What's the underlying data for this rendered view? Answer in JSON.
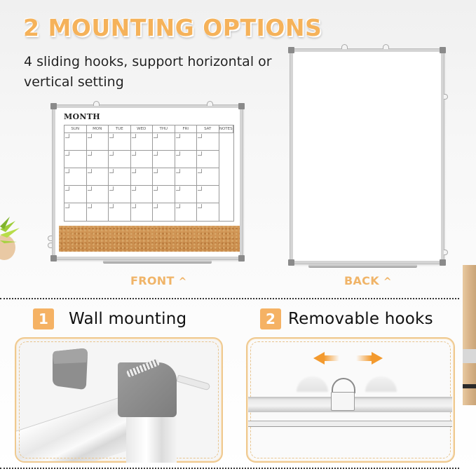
{
  "header": {
    "title": "2 MOUNTING OPTIONS",
    "subtitle": "4 sliding hooks, support horizontal or vertical setting"
  },
  "front_board": {
    "caption": "FRONT",
    "caption_icon": "chevron-up-icon",
    "month_label": "MONTH",
    "columns": [
      "SUN",
      "MON",
      "TUE",
      "WED",
      "THU",
      "FRI",
      "SAT",
      "NOTES"
    ],
    "week_rows": 5,
    "cork_strip": true
  },
  "back_board": {
    "caption": "BACK",
    "caption_icon": "chevron-up-icon"
  },
  "sections": [
    {
      "number": "1",
      "title": "Wall mounting",
      "illustration": "corner-screw-mounting"
    },
    {
      "number": "2",
      "title": "Removable hooks",
      "illustration": "sliding-hook-arrows"
    }
  ],
  "colors": {
    "accent_orange": "#f5b264",
    "title_orange": "#f5b25a",
    "caption_orange": "#f0b468",
    "arrow_orange": "#f39a2e",
    "panel_border": "#efc98f",
    "cork": "#d49a5a",
    "frame_gray": "#8a8a8a"
  },
  "glyphs": {
    "chevron_up": "^"
  }
}
